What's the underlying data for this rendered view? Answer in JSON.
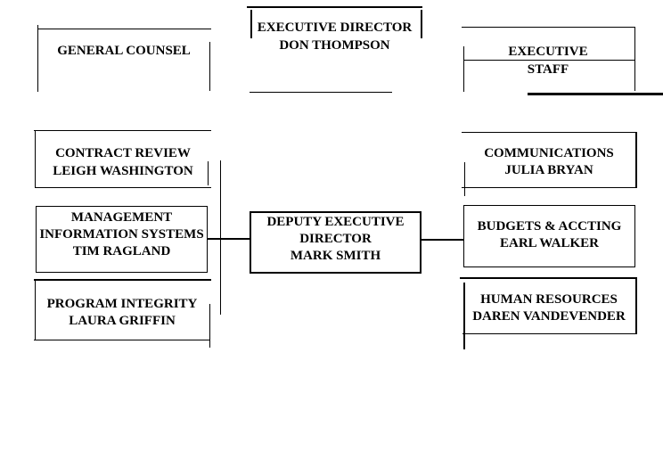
{
  "page": {
    "background_color": "#ffffff",
    "line_color": "#000000",
    "text_color": "#000000"
  },
  "chart": {
    "type": "org-chart",
    "nodes": {
      "executive_director": {
        "line1": "EXECUTIVE DIRECTOR",
        "line2": "DON THOMPSON"
      },
      "general_counsel": {
        "line1": "GENERAL COUNSEL"
      },
      "executive_staff": {
        "line1": "EXECUTIVE",
        "line2": "STAFF"
      },
      "contract_review": {
        "line1": "CONTRACT REVIEW",
        "line2": "LEIGH WASHINGTON"
      },
      "management_information_systems": {
        "line1": "MANAGEMENT",
        "line2": "INFORMATION SYSTEMS",
        "line3": "TIM RAGLAND"
      },
      "program_integrity": {
        "line1": "PROGRAM INTEGRITY",
        "line2": "LAURA GRIFFIN"
      },
      "deputy_executive_director": {
        "line1": "DEPUTY EXECUTIVE",
        "line2": "DIRECTOR",
        "line3": "MARK SMITH"
      },
      "communications": {
        "line1": "COMMUNICATIONS",
        "line2": "JULIA BRYAN"
      },
      "budgets_accting": {
        "line1": "BUDGETS & ACCTING",
        "line2": "EARL WALKER"
      },
      "human_resources": {
        "line1": "HUMAN RESOURCES",
        "line2": "DAREN VANDEVENDER"
      }
    }
  }
}
